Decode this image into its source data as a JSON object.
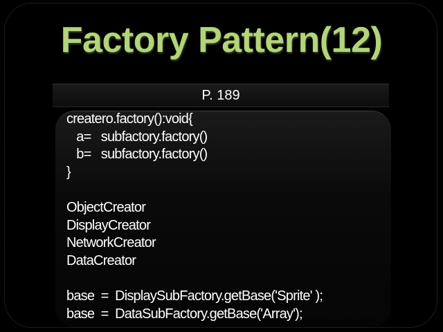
{
  "slide": {
    "title": "Factory Pattern(12)",
    "page_ref": "P. 189",
    "code_lines": [
      "createro.factory():void{",
      "   a=   subfactory.factory()",
      "   b=   subfactory.factory()",
      "}",
      "",
      "ObjectCreator",
      "DisplayCreator",
      "NetworkCreator",
      "DataCreator",
      "",
      "base  =  DisplaySubFactory.getBase('Sprite' );",
      "base  =  DataSubFactory.getBase('Array');"
    ]
  },
  "colors": {
    "title": "#b3d47a",
    "background": "#000000"
  }
}
